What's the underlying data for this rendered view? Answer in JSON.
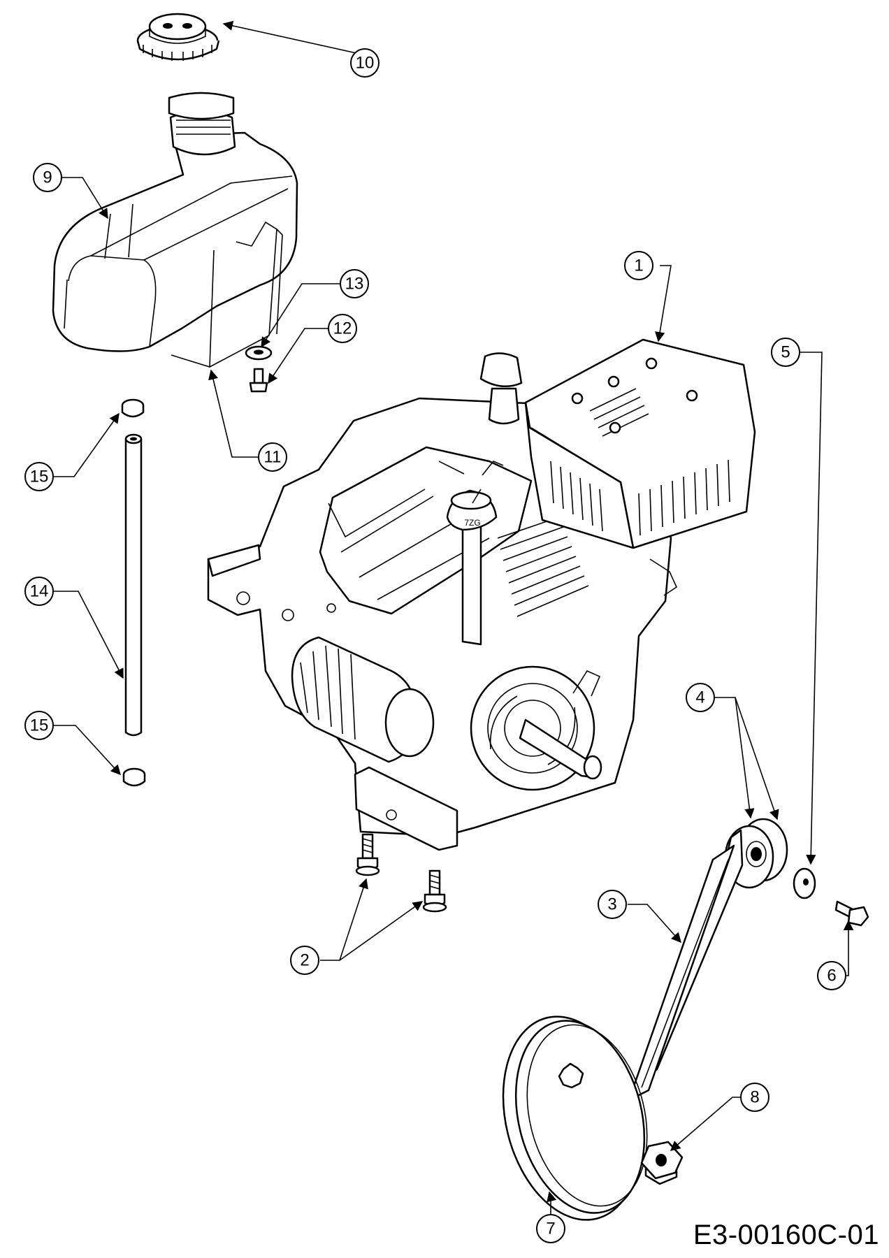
{
  "drawing_code": "E3-00160C-01",
  "callouts": [
    {
      "label": "1"
    },
    {
      "label": "2"
    },
    {
      "label": "3"
    },
    {
      "label": "4"
    },
    {
      "label": "5"
    },
    {
      "label": "6"
    },
    {
      "label": "7"
    },
    {
      "label": "8"
    },
    {
      "label": "9"
    },
    {
      "label": "10"
    },
    {
      "label": "11"
    },
    {
      "label": "12"
    },
    {
      "label": "13"
    },
    {
      "label": "14"
    },
    {
      "label": "15"
    },
    {
      "label": "15"
    }
  ]
}
